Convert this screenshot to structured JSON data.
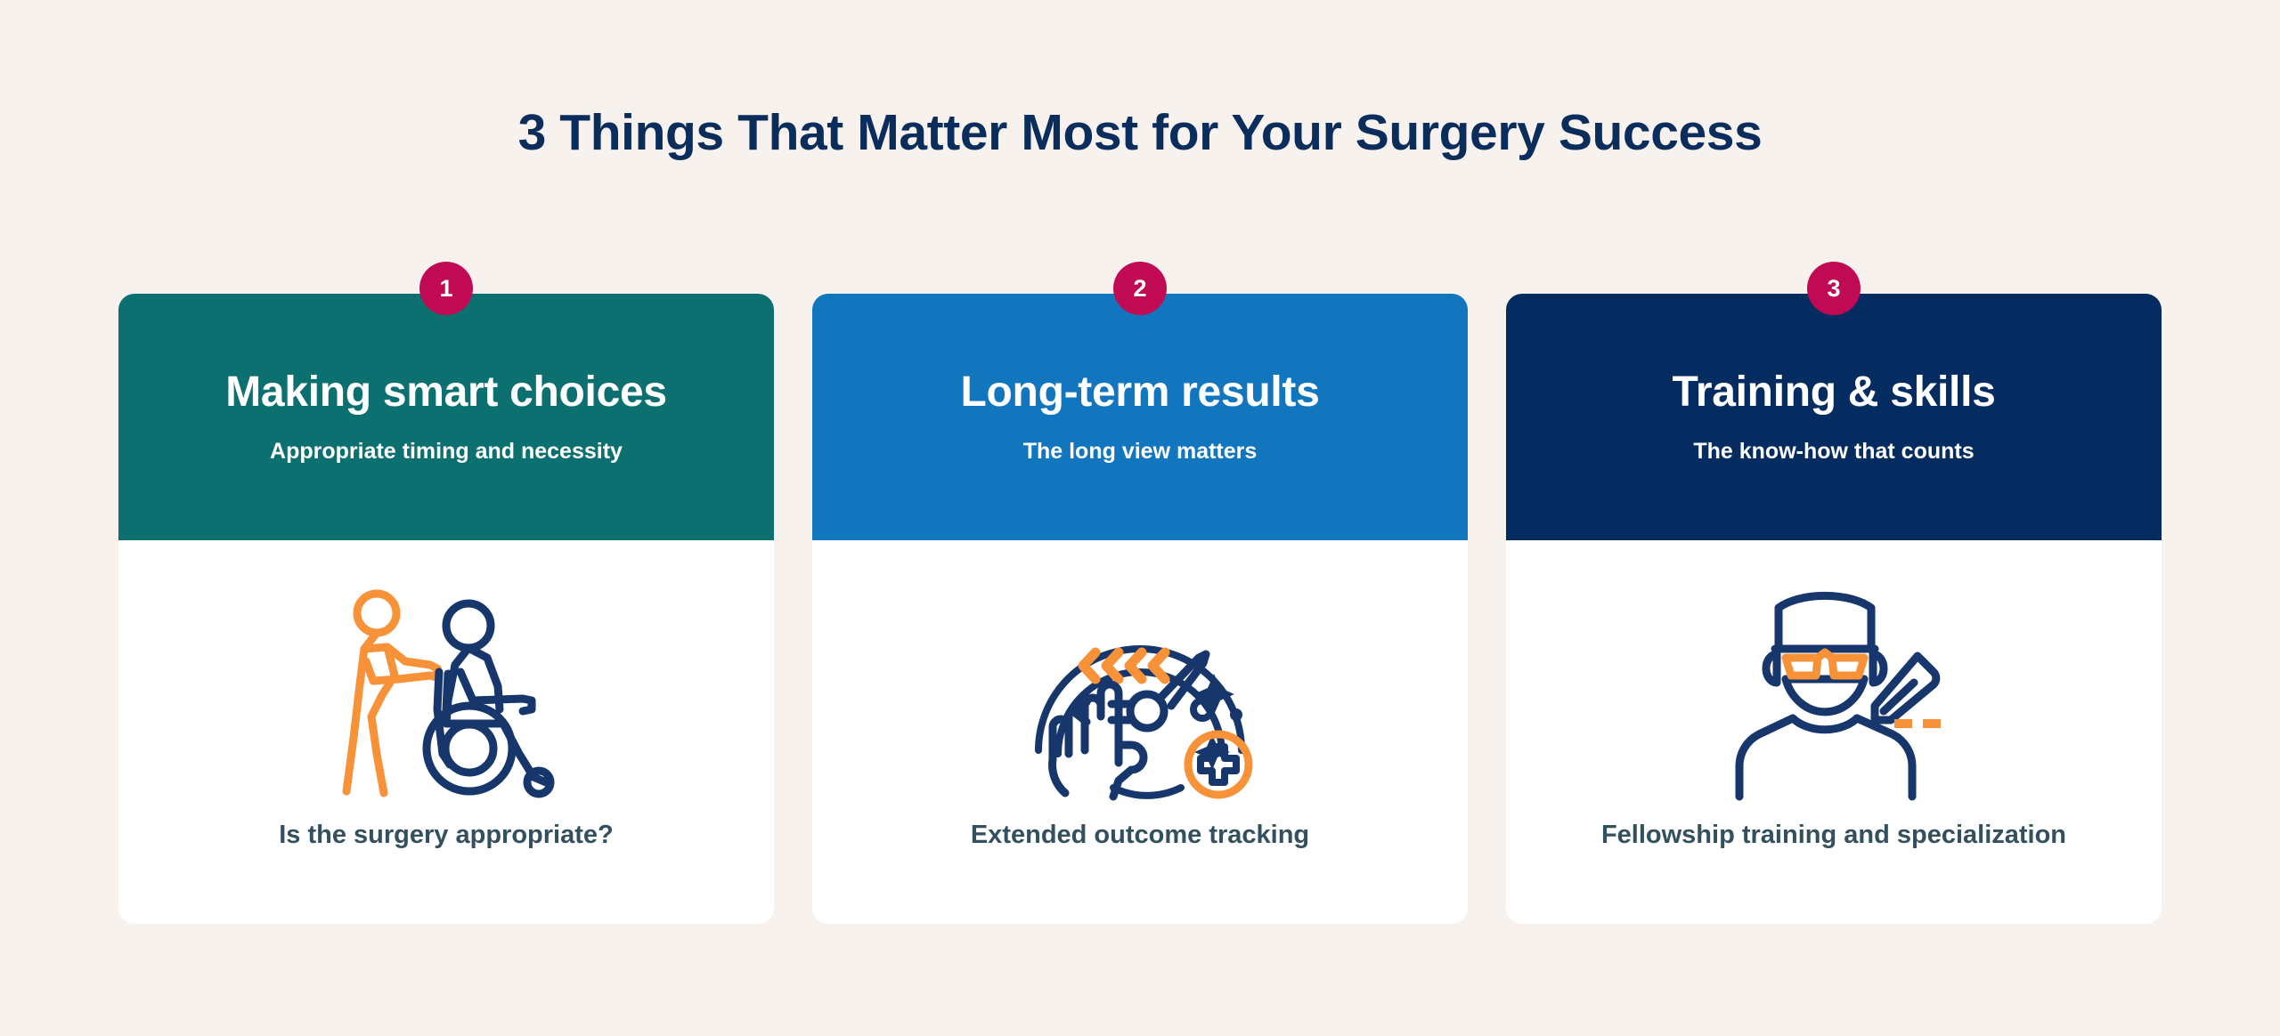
{
  "page": {
    "title": "3 Things That Matter Most for Your Surgery Success",
    "background_color": "#F8F2EE",
    "title_color": "#0B2D5C"
  },
  "theme": {
    "badge_color": "#C10A54",
    "accent_orange": "#F79239",
    "navy": "#0B2D5C",
    "caption_color": "#33505F",
    "card_background": "#FFFFFF"
  },
  "cards": [
    {
      "number": "1",
      "title": "Making smart choices",
      "subtitle": "Appropriate timing and necessity",
      "caption": "Is the surgery appropriate?",
      "header_color": "#0C7070",
      "icon_name": "caregiver-pushing-wheelchair-icon"
    },
    {
      "number": "2",
      "title": "Long-term results",
      "subtitle": "The long view matters",
      "caption": "Extended outcome tracking",
      "header_color": "#1276BF",
      "icon_name": "gauge-hand-medical-cross-icon"
    },
    {
      "number": "3",
      "title": "Training & skills",
      "subtitle": "The know-how that counts",
      "caption": "Fellowship training and specialization",
      "header_color": "#042C60",
      "icon_name": "surgeon-with-scalpel-icon"
    }
  ]
}
